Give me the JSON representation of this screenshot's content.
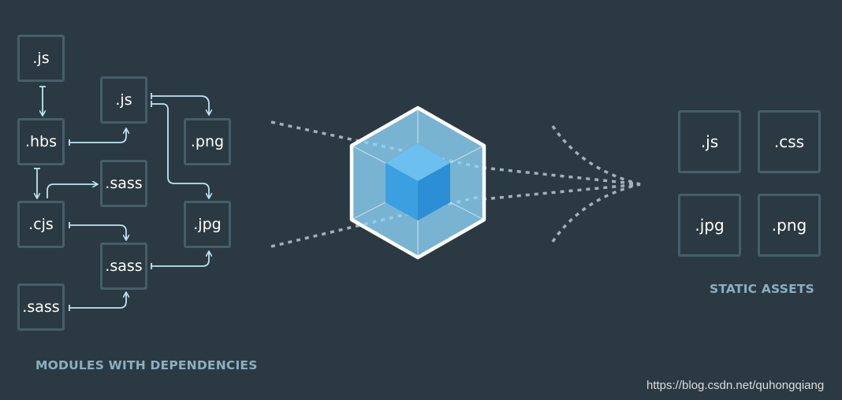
{
  "colors": {
    "background": "#2b3a42",
    "box_border": "#465e69",
    "connector": "#bfe3f2",
    "label": "#8daec0",
    "cube_outer": "#8ed6fb",
    "cube_inner": "#1c78c0"
  },
  "modules": {
    "title": "MODULES WITH DEPENDENCIES",
    "nodes": [
      {
        "id": "js1",
        "text": ".js"
      },
      {
        "id": "js2",
        "text": ".js"
      },
      {
        "id": "hbs",
        "text": ".hbs"
      },
      {
        "id": "png",
        "text": ".png"
      },
      {
        "id": "sass1",
        "text": ".sass"
      },
      {
        "id": "cjs",
        "text": ".cjs"
      },
      {
        "id": "jpg",
        "text": ".jpg"
      },
      {
        "id": "sass2",
        "text": ".sass"
      },
      {
        "id": "sass3",
        "text": ".sass"
      }
    ]
  },
  "center": {
    "icon": "webpack-cube-icon"
  },
  "assets": {
    "title": "STATIC ASSETS",
    "items": [
      {
        "text": ".js"
      },
      {
        "text": ".css"
      },
      {
        "text": ".jpg"
      },
      {
        "text": ".png"
      }
    ]
  },
  "watermark": "https://blog.csdn.net/quhongqiang"
}
